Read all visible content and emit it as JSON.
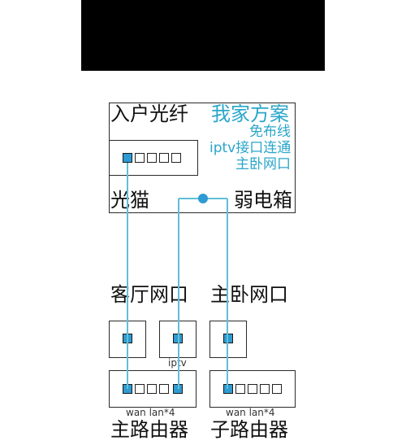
{
  "labels": {
    "fiber_in": "入户光纤",
    "plan_title": "我家方案",
    "plan_line1": "免布线",
    "plan_line2": "iptv接口连通",
    "plan_line3": "主卧网口",
    "modem": "光猫",
    "weak_box": "弱电箱",
    "living_room_port": "客厅网口",
    "master_bedroom_port": "主卧网口",
    "iptv": "iptv",
    "wan_lan_left": "wan lan*4",
    "wan_lan_right": "wan lan*4",
    "main_router": "主路由器",
    "sub_router": "子路由器"
  },
  "colors": {
    "accent": "#2aa6c9",
    "port_fill": "#2e9bd2",
    "wire": "#5fc0d8"
  }
}
